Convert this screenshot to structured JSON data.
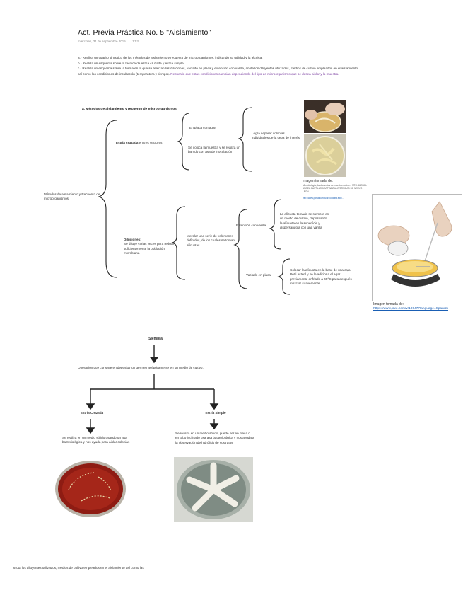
{
  "page": {
    "title": "Act. Previa Práctica No. 5 \"Aislamiento\"",
    "date": "miércoles, 31 de septiembre 2015",
    "time": "1:53"
  },
  "instructions": {
    "a": "a.- Realiza un cuadro sinóptico de los métodos de aislamiento y recuento de microorganismos, indicando su utilidad y la técnica.",
    "b": "b.- Realiza un esquema sobre la técnica de estría cruzada y estría simple.",
    "c": "c.- Realiza un esquema sobre la forma en la que se realizan las diluciones, vaciado en placa y extensión con varilla, anota los diluyentes utilizados, medios de cultivo empleados en el aislamiento así como las condiciones de incubación (temperatura y tiempo).",
    "note": "Recuerda que estas condiciones cambian dependiendo del tipo de microorganismo que se desea aislar y la muestra."
  },
  "synoptic": {
    "section_title": "a.   Métodos de aislamiento y recuento de microorganismos",
    "root": "Métodos de aislamiento y Recuento de microorganismos",
    "estria_label": "Estría cruzada",
    "estria_rest": " en tres sectores",
    "en_placa": "En placa con agar",
    "coloca": "Se coloca la muestra y se realiza un barrido con asa de inoculación",
    "logra": "Logra separar colonias individuales de la cepa de interés",
    "diluciones_label": "Diluciones:",
    "diluciones_text": "Se diluye varias veces para reducir suficientemente la población microbiana",
    "mezclar": "Mezclar una serie de volúmenes definidos, de los cuales se toman alícuotas",
    "extension": "Extensión con varilla",
    "vaciado": "Vaciado en placa",
    "alicuota": "La alícuota tomada se siembra en un medio de cultivo, depositando la alícuota en la superficie y dispersándola con una varilla",
    "colocar": "Colocar la alícuota en la base de una caja Petri estéril y se le adiciona el agar previamente enfriado a 45°C para después mezclar suavemente",
    "img1_caption": "Imagen tomada de:",
    "img1_source": "Microbiología, fundamentos de microbio cultivo... MTO. MIGUEL ANGEL CASTILLO MARTINEZ UNIVERSIDAD DE NEUVO LEON",
    "img1_link": "http://www.portalcurricular.cordoba.edu/...",
    "img2_caption": "Imagen tomada de:",
    "img2_link": "https://www.jove.com/v/10047?language=Spanish"
  },
  "siembra": {
    "title": "Siembra",
    "def": "Operación que consiste en depositar un germen asépticamente en un medio de cultivo.",
    "cruzada_label": "Estría Cruzada",
    "simple_label": "Estría Simple",
    "cruzada_text": "Se realiza en un medio sólido usando un asa bacteriológica y nos ayuda para aislar colonias",
    "simple_text": "Se realiza en un medio sólido, puede ser en placa o en tubo inclinado usa asa bacteriológica y nos ayuda a la observación de hidrólisis de sustratos"
  },
  "footer": "anota los diluyentes utilizados, medios de cultivo empleados en el aislamiento así como las",
  "colors": {
    "link": "#1a5fb4",
    "note": "#7b3fa0"
  }
}
